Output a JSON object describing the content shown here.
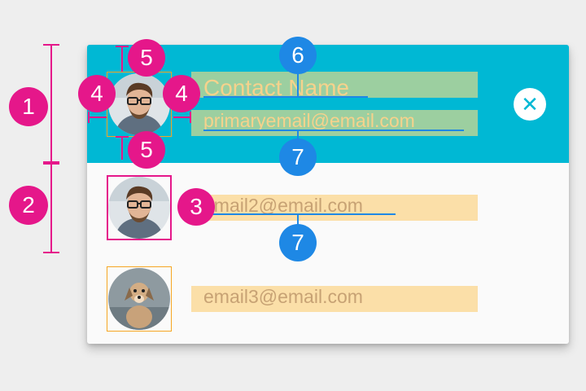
{
  "header": {
    "contact_name": "Contact Name",
    "primary_email": "primaryemail@email.com"
  },
  "list": {
    "items": [
      {
        "email": "email2@email.com",
        "avatar_icon": "man-with-glasses-photo"
      },
      {
        "email": "email3@email.com",
        "avatar_icon": "dog-photo"
      }
    ]
  },
  "header_avatar_icon": "man-with-glasses-photo",
  "close_icon": "close-icon",
  "annotations": {
    "badges": [
      "1",
      "2",
      "3",
      "4",
      "4",
      "5",
      "5",
      "6",
      "7",
      "7"
    ]
  },
  "colors": {
    "header_background": "#00b8d4",
    "card_background": "#fafafa",
    "annotation_pink": "#e5178a",
    "annotation_blue": "#1e88e5",
    "avatar_frame_yellow": "#f6a623",
    "highlight_green": "#b7d296",
    "highlight_orange": "#fbdfa8"
  }
}
